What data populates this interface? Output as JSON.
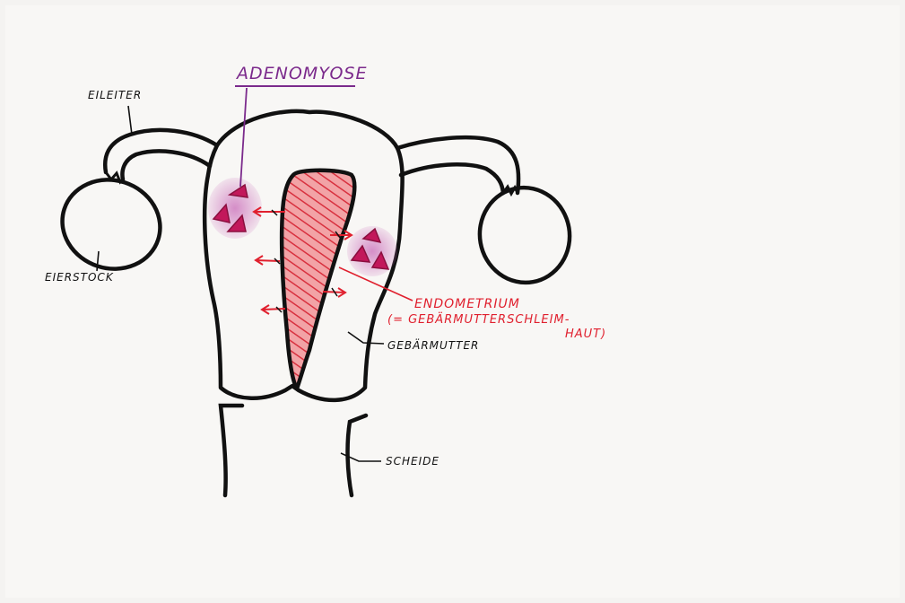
{
  "title": "ADENOMYOSE",
  "labels": {
    "eileiter": "EILEITER",
    "eierstock": "EIERSTOCK",
    "endometrium_line1": "ENDOMETRIUM",
    "endometrium_line2": "(= GEBÄRMUTTERSCHLEIM-",
    "endometrium_line3": "HAUT)",
    "gebaermutter": "GEBÄRMUTTER",
    "scheide": "SCHEIDE"
  },
  "colors": {
    "outline": "#111111",
    "endometrium": "#d8313f",
    "adenomyosis": "#c2185b",
    "adenomyosis_haze": "#c96ab8",
    "title": "#7b2a8c",
    "red_text": "#e0202e"
  }
}
